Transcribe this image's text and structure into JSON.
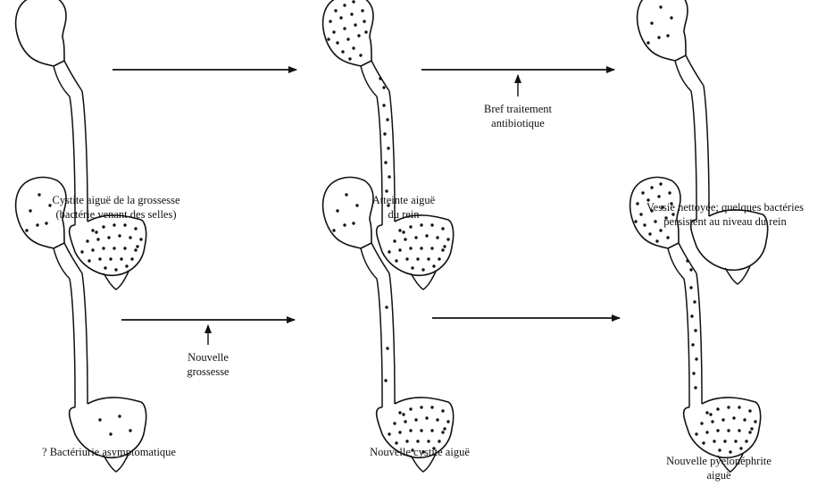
{
  "stages": [
    {
      "caption_lines": [
        "Cystite aiguë de la grossesse",
        "(bactérie venant des selles)"
      ],
      "kidney_infection": "none",
      "ureter_infection": "none",
      "bladder_infection": "dense"
    },
    {
      "caption_lines": [
        "Atteinte aiguë",
        "du rein"
      ],
      "kidney_infection": "dense",
      "ureter_infection": "dense",
      "bladder_infection": "dense"
    },
    {
      "caption_lines": [
        "Vessie nettoyée; quelques bactéries",
        "persistent au niveau du rein"
      ],
      "kidney_infection": "sparse",
      "ureter_infection": "none",
      "bladder_infection": "none"
    },
    {
      "caption_lines": [
        "? Bactériurie asymptomatique"
      ],
      "kidney_infection": "sparse",
      "ureter_infection": "none",
      "bladder_infection": "sparse"
    },
    {
      "caption_lines": [
        "Nouvelle cystite aiguë"
      ],
      "kidney_infection": "sparse",
      "ureter_infection": "sparse",
      "bladder_infection": "dense"
    },
    {
      "caption_lines": [
        "Nouvelle pyélonéphrite",
        "aiguë"
      ],
      "kidney_infection": "dense",
      "ureter_infection": "dense",
      "bladder_infection": "dense"
    }
  ],
  "transitions": [
    {
      "from": 0,
      "to": 1,
      "label_lines": []
    },
    {
      "from": 1,
      "to": 2,
      "label_lines": [
        "Bref traitement",
        "antibiotique"
      ]
    },
    {
      "from": 3,
      "to": 4,
      "label_lines": [
        "Nouvelle",
        "grossesse"
      ]
    },
    {
      "from": 4,
      "to": 5,
      "label_lines": []
    }
  ],
  "colors": {
    "stroke": "#111111",
    "dot": "#111111",
    "background": "#ffffff"
  }
}
